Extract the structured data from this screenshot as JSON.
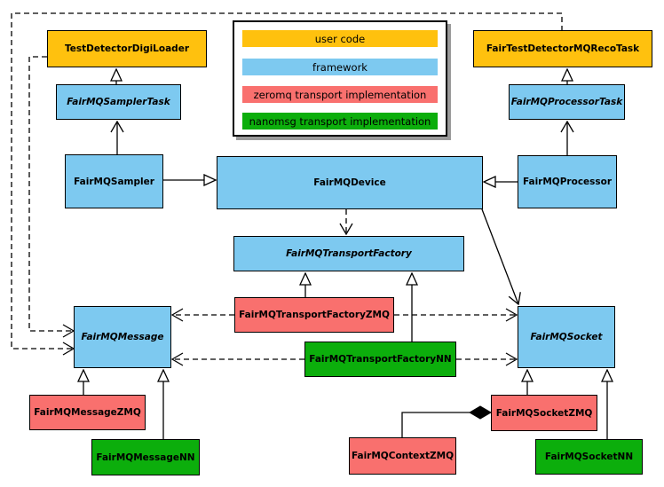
{
  "palette": {
    "user_code": "#FFC10E",
    "framework": "#7DC9F0",
    "zeromq": "#F9706E",
    "nanomsg": "#0CAE0C",
    "line": "#000000",
    "legend_shadow": "#9a9a9a"
  },
  "legend": {
    "items": [
      {
        "label": "user code",
        "color": "#FFC10E"
      },
      {
        "label": "framework",
        "color": "#7DC9F0"
      },
      {
        "label": "zeromq transport implementation",
        "color": "#F9706E"
      },
      {
        "label": "nanomsg transport implementation",
        "color": "#0CAE0C"
      }
    ]
  },
  "nodes": {
    "test_detector_digi_loader": {
      "label": "TestDetectorDigiLoader",
      "category": "user code",
      "abstract": false
    },
    "fair_test_detector_mq_reco_task": {
      "label": "FairTestDetectorMQRecoTask",
      "category": "user code",
      "abstract": false
    },
    "fair_mq_sampler_task": {
      "label": "FairMQSamplerTask",
      "category": "framework",
      "abstract": true
    },
    "fair_mq_processor_task": {
      "label": "FairMQProcessorTask",
      "category": "framework",
      "abstract": true
    },
    "fair_mq_sampler": {
      "label": "FairMQSampler",
      "category": "framework",
      "abstract": false
    },
    "fair_mq_device": {
      "label": "FairMQDevice",
      "category": "framework",
      "abstract": false
    },
    "fair_mq_processor": {
      "label": "FairMQProcessor",
      "category": "framework",
      "abstract": false
    },
    "fair_mq_transport_factory": {
      "label": "FairMQTransportFactory",
      "category": "framework",
      "abstract": true
    },
    "fair_mq_transport_factory_zmq": {
      "label": "FairMQTransportFactoryZMQ",
      "category": "zeromq",
      "abstract": false
    },
    "fair_mq_transport_factory_nn": {
      "label": "FairMQTransportFactoryNN",
      "category": "nanomsg",
      "abstract": false
    },
    "fair_mq_message": {
      "label": "FairMQMessage",
      "category": "framework",
      "abstract": true
    },
    "fair_mq_socket": {
      "label": "FairMQSocket",
      "category": "framework",
      "abstract": true
    },
    "fair_mq_message_zmq": {
      "label": "FairMQMessageZMQ",
      "category": "zeromq",
      "abstract": false
    },
    "fair_mq_message_nn": {
      "label": "FairMQMessageNN",
      "category": "nanomsg",
      "abstract": false
    },
    "fair_mq_context_zmq": {
      "label": "FairMQContextZMQ",
      "category": "zeromq",
      "abstract": false
    },
    "fair_mq_socket_zmq": {
      "label": "FairMQSocketZMQ",
      "category": "zeromq",
      "abstract": false
    },
    "fair_mq_socket_nn": {
      "label": "FairMQSocketNN",
      "category": "nanomsg",
      "abstract": false
    }
  }
}
